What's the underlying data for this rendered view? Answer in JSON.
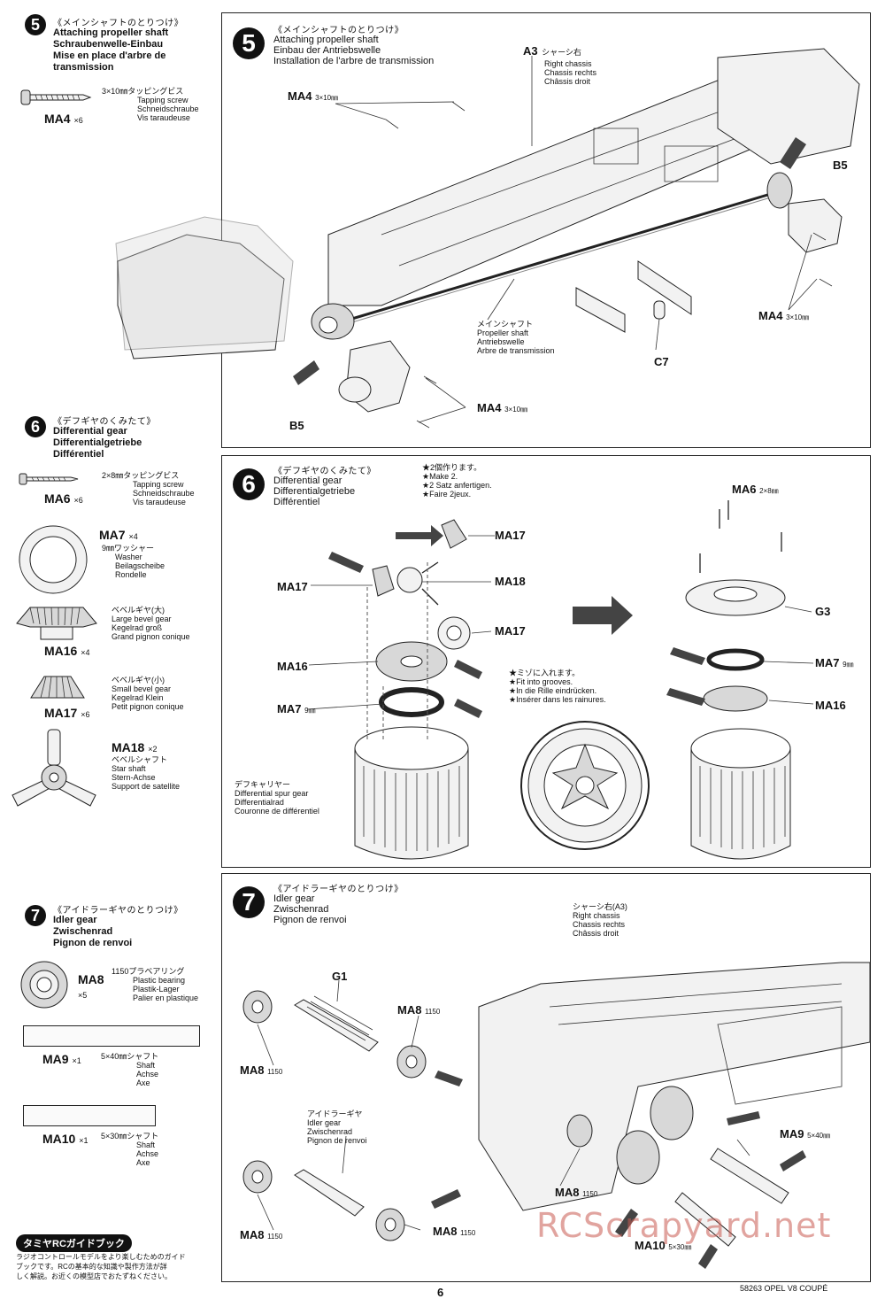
{
  "page_number": "6",
  "footer_code": "58263  OPEL V8 COUPÉ",
  "watermark": "RCScrapyard.net",
  "sidebar": {
    "step5": {
      "num": "5",
      "jp": "《メインシャフトのとりつけ》",
      "en": "Attaching propeller shaft",
      "de": "Schraubenwelle-Einbau",
      "fr1": "Mise en place d'arbre de",
      "fr2": "transmission",
      "parts": [
        {
          "code": "MA4",
          "mult": "×6",
          "jp": "3×10㎜タッピングビス",
          "l1": "Tapping screw",
          "l2": "Schneidschraube",
          "l3": "Vis taraudeuse"
        }
      ]
    },
    "step6": {
      "num": "6",
      "jp": "《デフギヤのくみたて》",
      "en": "Differential gear",
      "de": "Differentialgetriebe",
      "fr": "Différentiel",
      "parts": [
        {
          "code": "MA6",
          "mult": "×6",
          "jp": "2×8㎜タッピングビス",
          "l1": "Tapping screw",
          "l2": "Schneidschraube",
          "l3": "Vis taraudeuse"
        },
        {
          "code": "MA7",
          "mult": "×4",
          "jp": "9㎜ワッシャー",
          "l1": "Washer",
          "l2": "Beilagscheibe",
          "l3": "Rondelle"
        },
        {
          "code": "MA16",
          "mult": "×4",
          "jp": "ベベルギヤ(大)",
          "l1": "Large bevel gear",
          "l2": "Kegelrad groß",
          "l3": "Grand pignon conique"
        },
        {
          "code": "MA17",
          "mult": "×6",
          "jp": "ベベルギヤ(小)",
          "l1": "Small bevel gear",
          "l2": "Kegelrad Klein",
          "l3": "Petit pignon conique"
        },
        {
          "code": "MA18",
          "mult": "×2",
          "jp": "ベベルシャフト",
          "l1": "Star shaft",
          "l2": "Stern-Achse",
          "l3": "Support de satellite"
        }
      ]
    },
    "step7": {
      "num": "7",
      "jp": "《アイドラーギヤのとりつけ》",
      "en": "Idler gear",
      "de": "Zwischenrad",
      "fr": "Pignon de renvoi",
      "parts": [
        {
          "code": "MA8",
          "mult": "×5",
          "jp": "1150プラベアリング",
          "l1": "Plastic bearing",
          "l2": "Plastik-Lager",
          "l3": "Palier en plastique"
        },
        {
          "code": "MA9",
          "mult": "×1",
          "jp": "5×40㎜シャフト",
          "l1": "Shaft",
          "l2": "Achse",
          "l3": "Axe"
        },
        {
          "code": "MA10",
          "mult": "×1",
          "jp": "5×30㎜シャフト",
          "l1": "Shaft",
          "l2": "Achse",
          "l3": "Axe"
        }
      ]
    },
    "guide": {
      "title": "タミヤRCガイドブック",
      "text1": "ラジオコントロールモデルをより楽しむためのガイド",
      "text2": "ブックです。RCの基本的な知識や製作方法が詳",
      "text3": "しく解説。お近くの模型店でおたずねください。"
    }
  },
  "panel5": {
    "num": "5",
    "jp": "《メインシャフトのとりつけ》",
    "en": "Attaching propeller shaft",
    "de": "Einbau der Antriebswelle",
    "fr": "Installation de l'arbre de transmission",
    "chassis_code": "A3",
    "chassis_jp": "シャーシ右",
    "chassis_en": "Right chassis",
    "chassis_de": "Chassis rechts",
    "chassis_fr": "Châssis droit",
    "shaft_jp": "メインシャフト",
    "shaft_en": "Propeller shaft",
    "shaft_de": "Antriebswelle",
    "shaft_fr": "Arbre de transmission",
    "ma4": "MA4",
    "ma4_size": "3×10㎜",
    "b5": "B5",
    "c7": "C7"
  },
  "panel6": {
    "num": "6",
    "jp": "《デフギヤのくみたて》",
    "en": "Differential gear",
    "de": "Differentialgetriebe",
    "fr": "Différentiel",
    "make_jp": "★2個作ります。",
    "make_en": "★Make 2.",
    "make_de": "★2 Satz anfertigen.",
    "make_fr": "★Faire 2jeux.",
    "groove_jp": "★ミゾに入れます。",
    "groove_en": "★Fit into grooves.",
    "groove_de": "★In die Rille eindrücken.",
    "groove_fr": "★Insérer dans les rainures.",
    "carrier_jp": "デフキャリヤー",
    "carrier_en": "Differential spur gear",
    "carrier_de": "Differentialrad",
    "carrier_fr": "Couronne de différentiel",
    "ma17": "MA17",
    "ma18": "MA18",
    "ma16": "MA16",
    "ma7": "MA7",
    "ma7_size": "9㎜",
    "ma6": "MA6",
    "ma6_size": "2×8㎜",
    "g3": "G3"
  },
  "panel7": {
    "num": "7",
    "jp": "《アイドラーギヤのとりつけ》",
    "en": "Idler gear",
    "de": "Zwischenrad",
    "fr": "Pignon de renvoi",
    "chassis_jp": "シャーシ右(A3)",
    "chassis_en": "Right chassis",
    "chassis_de": "Chassis rechts",
    "chassis_fr": "Châssis droit",
    "idler_jp": "アイドラーギヤ",
    "idler_en": "Idler gear",
    "idler_de": "Zwischenrad",
    "idler_fr": "Pignon de renvoi",
    "g1": "G1",
    "ma8": "MA8",
    "ma8_size": "1150",
    "ma9": "MA9",
    "ma9_size": "5×40㎜",
    "ma10": "MA10",
    "ma10_size": "5×30㎜"
  }
}
